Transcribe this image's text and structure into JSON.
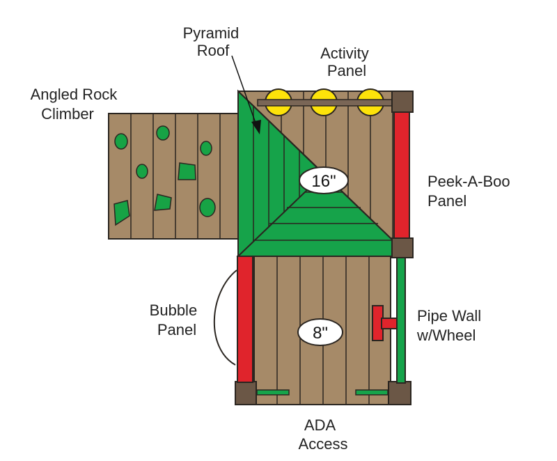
{
  "labels": {
    "pyramid_roof": [
      "Pyramid",
      "Roof"
    ],
    "activity_panel": [
      "Activity",
      "Panel"
    ],
    "angled_rock_climber": [
      "Angled Rock",
      "Climber"
    ],
    "peek_a_boo_panel": [
      "Peek-A-Boo",
      "Panel"
    ],
    "bubble_panel": [
      "Bubble",
      "Panel"
    ],
    "pipe_wall": [
      "Pipe Wall",
      "w/Wheel"
    ],
    "ada_access": [
      "ADA",
      "Access"
    ]
  },
  "dimensions": {
    "upper_deck": "16\"",
    "lower_deck": "8\""
  },
  "colors": {
    "wood": "#a68a68",
    "wood_dark": "#6e5a45",
    "roof_green": "#16a34a",
    "rail_red": "#e0242c",
    "yellow": "#fde30a",
    "rock_green": "#17a345",
    "post": "#6b5746",
    "outline": "#2a2520"
  }
}
